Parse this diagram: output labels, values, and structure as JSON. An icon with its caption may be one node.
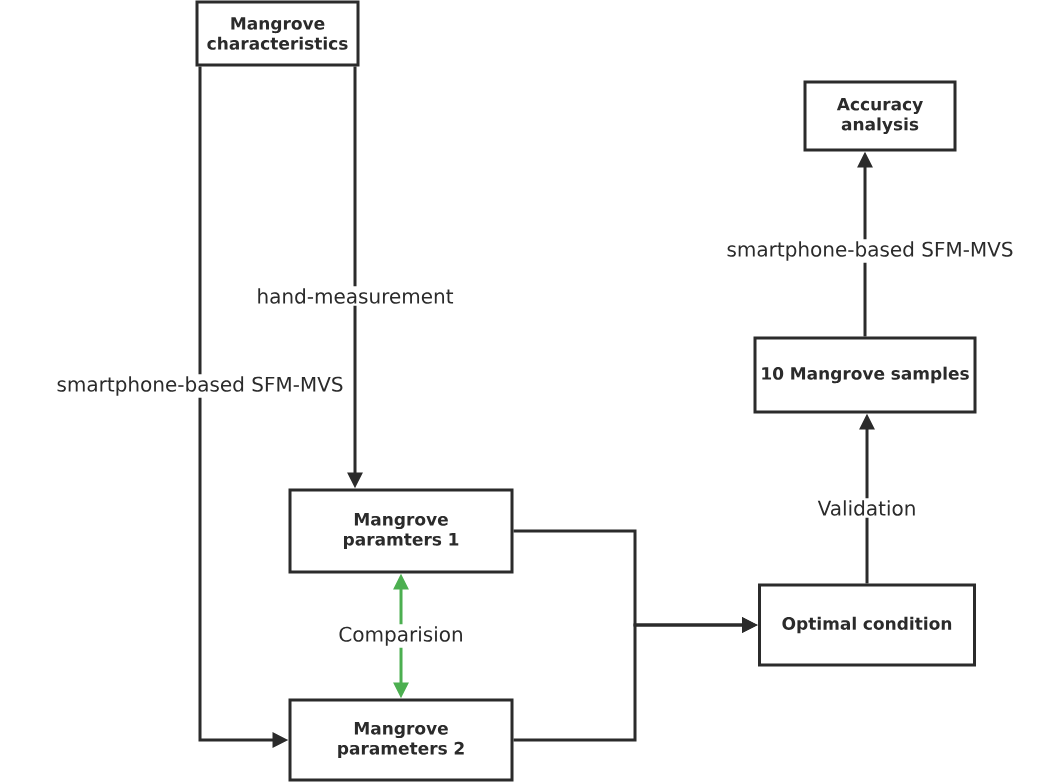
{
  "diagram": {
    "nodes": [
      {
        "text": [
          "Mangrove characteristics"
        ]
      },
      {
        "text": [
          "Mangrove paramters 1"
        ]
      },
      {
        "text": [
          "Mangrove parameters 2"
        ]
      },
      {
        "text": [
          "Optimal condition"
        ]
      },
      {
        "text": [
          "10 Mangrove samples"
        ]
      },
      {
        "text": [
          "Accuracy analysis"
        ]
      }
    ],
    "edges": [
      {
        "from": 0,
        "to": 1,
        "arrow": "to",
        "label": "hand-measurement"
      },
      {
        "from": 0,
        "to": 2,
        "arrow": "to",
        "label": "smartphone-based SFM-MVS"
      },
      {
        "from": 1,
        "to": 3,
        "arrow": "to"
      },
      {
        "from": 2,
        "to": 3,
        "arrow": "to"
      },
      {
        "from": 1,
        "to": 2,
        "arrow": "both",
        "label": "Comparision",
        "color": "#4caf50"
      },
      {
        "from": 3,
        "to": 4,
        "arrow": "to",
        "label": "Validation"
      },
      {
        "from": 4,
        "to": 5,
        "arrow": "to",
        "label": "smartphone-based SFM-MVS"
      }
    ]
  }
}
